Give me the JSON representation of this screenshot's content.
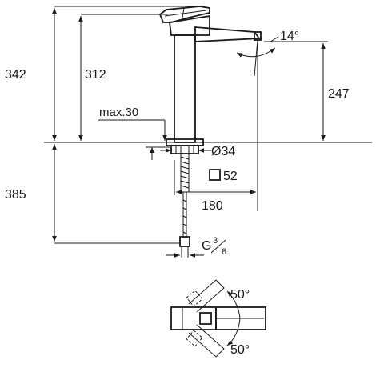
{
  "dimensions": {
    "total_height": "342",
    "body_height": "312",
    "spout_height": "247",
    "max_thickness": "max.30",
    "hole_diameter": "Ø34",
    "base_square": "52",
    "below_deck": "385",
    "spout_reach": "180",
    "connection_g": "G",
    "connection_num": "3",
    "connection_den": "8",
    "spout_angle": "14°",
    "lever_angle_top": "50°",
    "lever_angle_bottom": "50°"
  }
}
